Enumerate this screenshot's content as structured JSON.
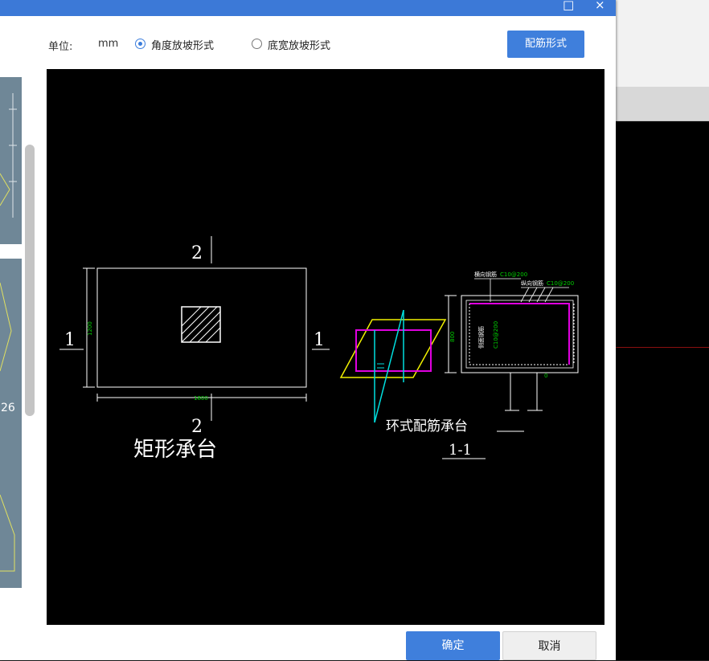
{
  "window": {
    "maximize_glyph": "□",
    "close_glyph": "×"
  },
  "toolbar": {
    "unit_label": "单位:",
    "unit_value": "mm",
    "radio_angle": {
      "label": "角度放坡形式",
      "checked": true
    },
    "radio_width": {
      "label": "底宽放坡形式",
      "checked": false
    },
    "rebar_button": "配筋形式"
  },
  "thumbnails": {
    "partial_label": "26"
  },
  "drawing": {
    "plan": {
      "title": "矩形承台",
      "section_top": "2",
      "section_bottom": "2",
      "section_left": "1",
      "section_right": "1",
      "dim_height": "1200",
      "dim_width": "1800"
    },
    "section": {
      "title": "环式配筋承台",
      "section_name": "1-1",
      "top_label_a": "横向钢筋",
      "top_value_a": "C10@200",
      "top_label_b": "纵向钢筋",
      "top_value_b": "C10@200",
      "side_label": "侧面钢筋",
      "side_value": "C10@200",
      "dim_height": "800",
      "bottom_mark": "0"
    },
    "colors": {
      "white": "#ffffff",
      "yellow": "#f0f000",
      "magenta": "#e000e0",
      "cyan": "#00e0e0",
      "green": "#00d000"
    }
  },
  "footer": {
    "ok": "确定",
    "cancel": "取消"
  }
}
